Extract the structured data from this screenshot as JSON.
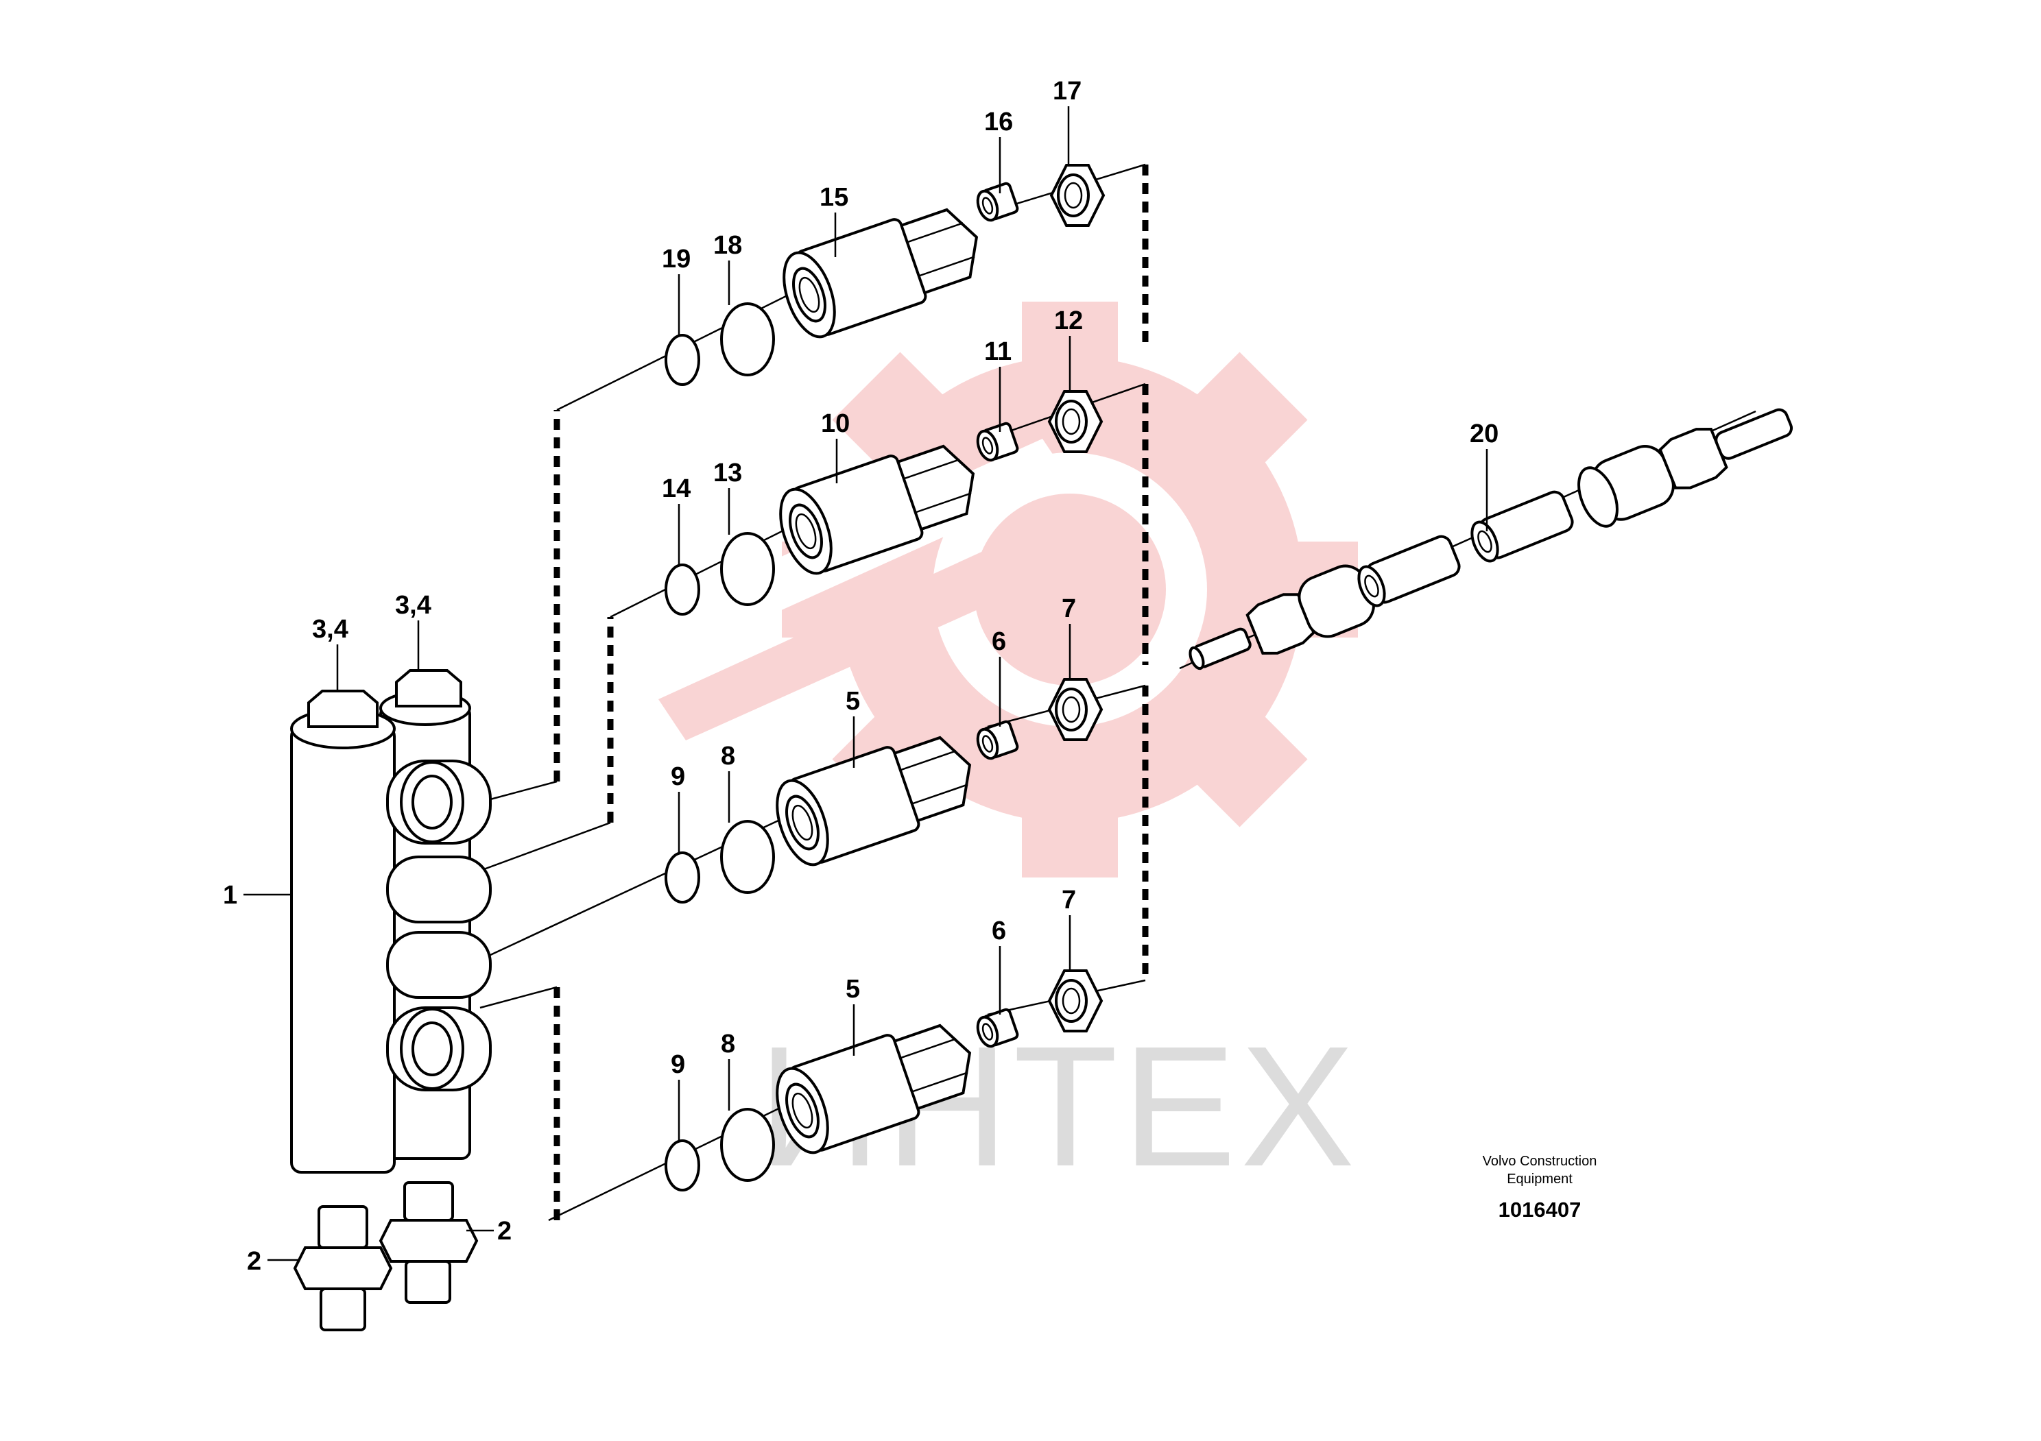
{
  "watermark": {
    "text": "ИНТЕХ",
    "gear_color": "#f9d4d4",
    "text_color": "#dcdcdc"
  },
  "caption": {
    "line1": "Volvo Construction",
    "line2": "Equipment",
    "doc_number": "1016407"
  },
  "labels": {
    "l1": "1",
    "l2a": "2",
    "l2b": "2",
    "l34a": "3,4",
    "l34b": "3,4",
    "l5a": "5",
    "l5b": "5",
    "l6a": "6",
    "l6b": "6",
    "l7a": "7",
    "l7b": "7",
    "l8a": "8",
    "l8b": "8",
    "l9a": "9",
    "l9b": "9",
    "l10": "10",
    "l11": "11",
    "l12": "12",
    "l13": "13",
    "l14": "14",
    "l15": "15",
    "l16": "16",
    "l17": "17",
    "l18": "18",
    "l19": "19",
    "l20": "20"
  }
}
